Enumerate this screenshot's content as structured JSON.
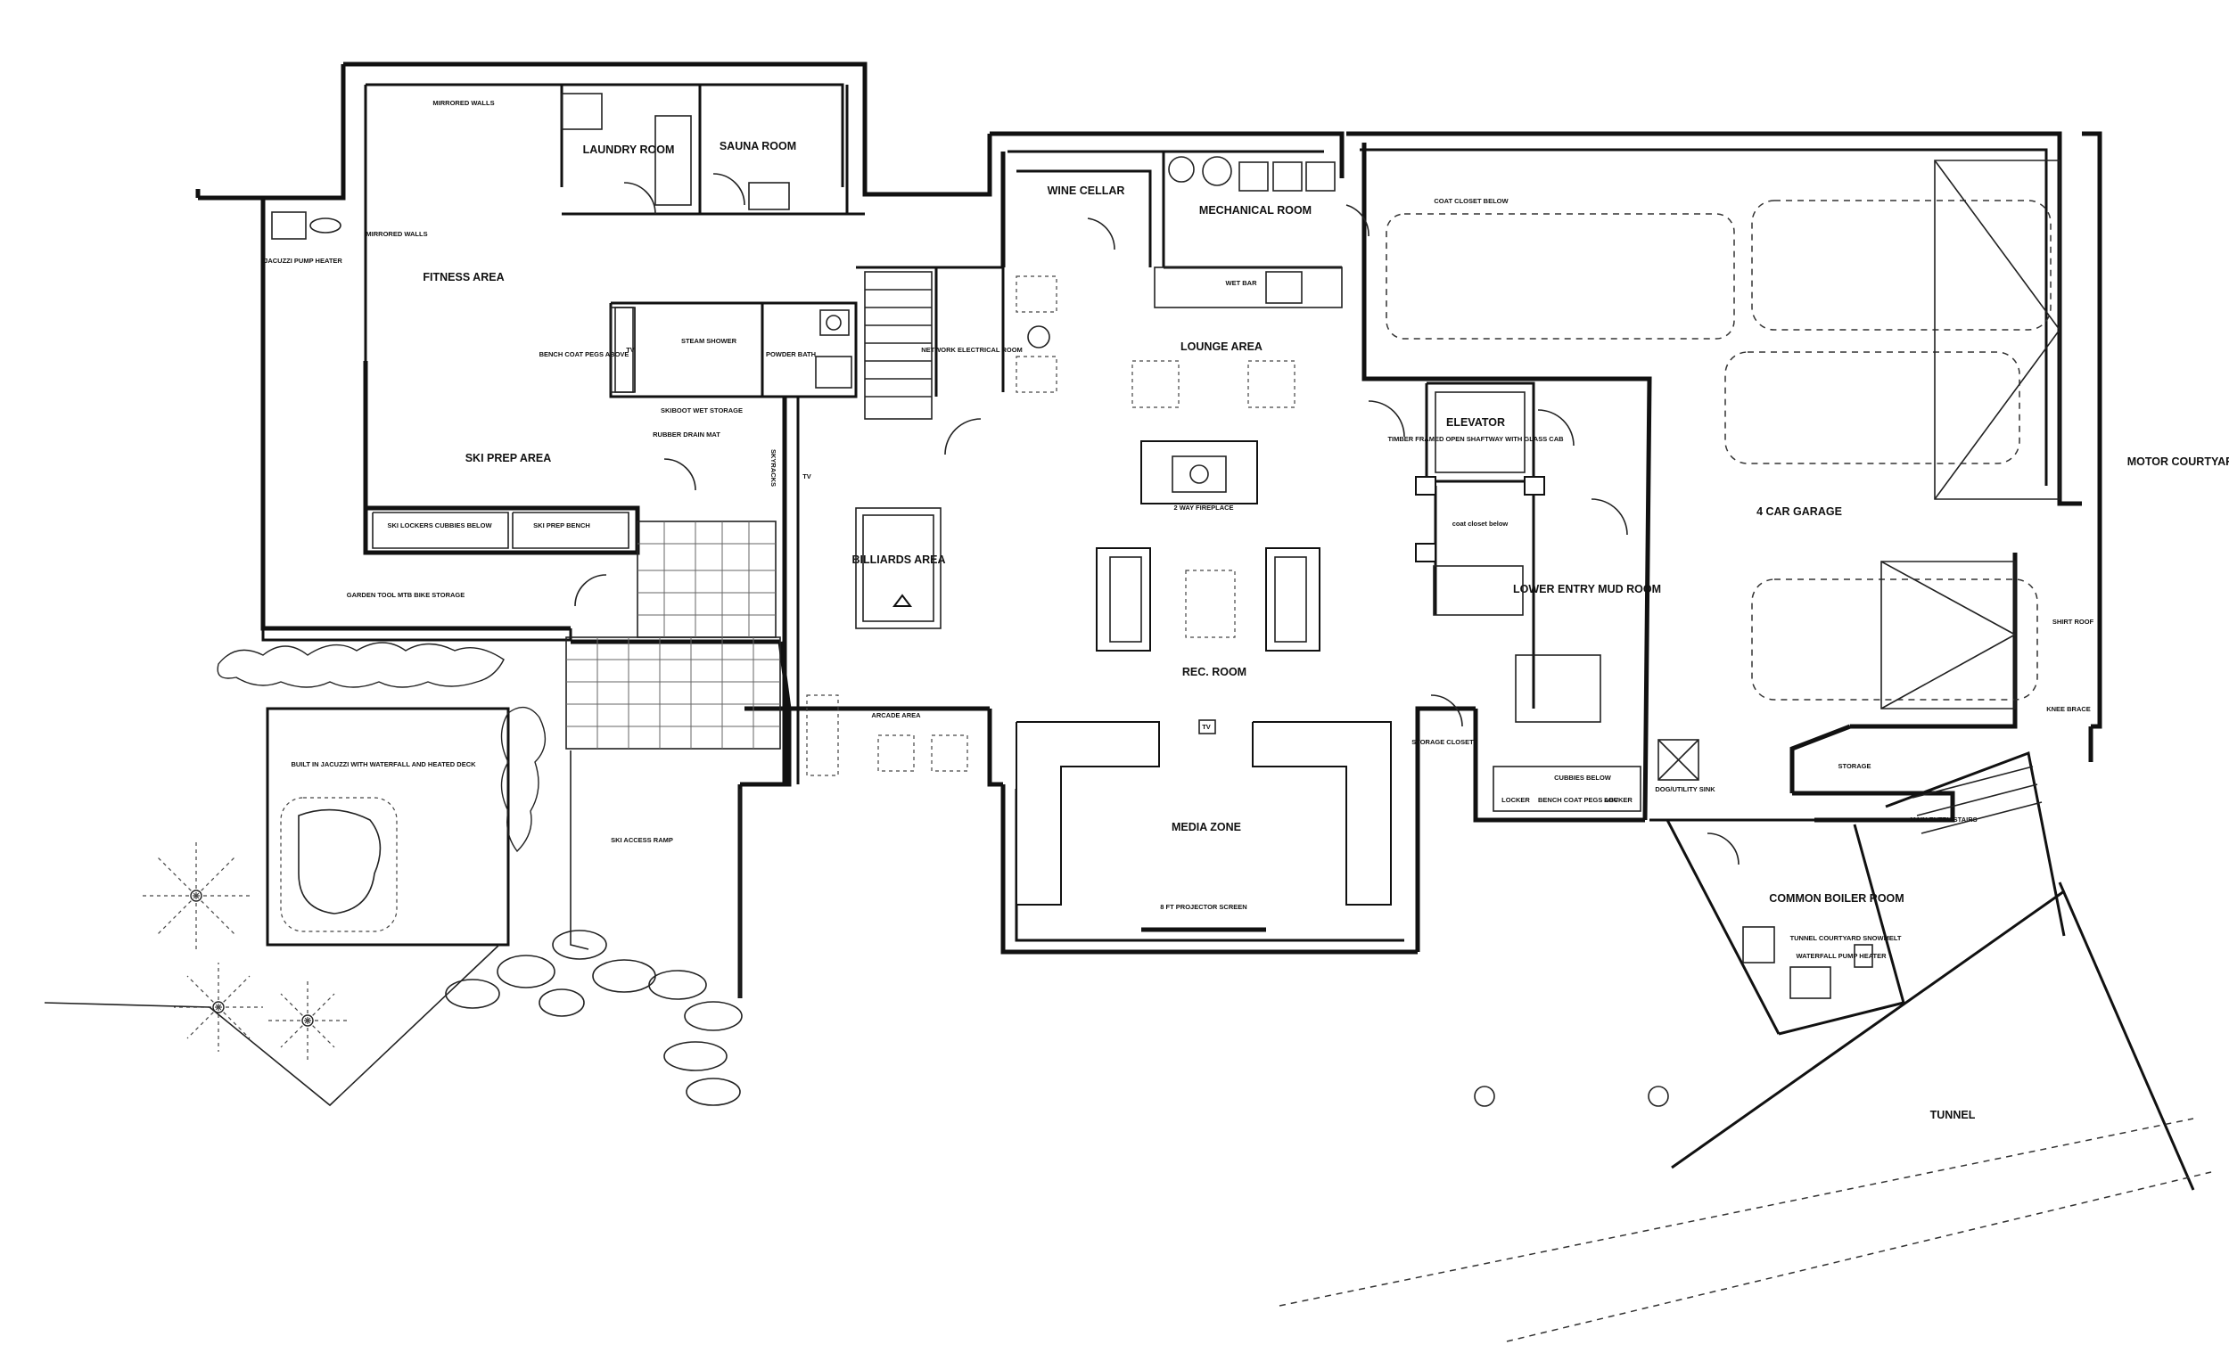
{
  "rooms": {
    "laundry": "LAUNDRY ROOM",
    "sauna": "SAUNA ROOM",
    "wine_cellar": "WINE CELLAR",
    "mechanical": "MECHANICAL ROOM",
    "fitness": "FITNESS AREA",
    "ski_prep": "SKI PREP AREA",
    "steam_shower": "STEAM SHOWER",
    "powder_bath": "POWDER BATH",
    "network_room": "NETWORK ELECTRICAL ROOM",
    "lounge": "LOUNGE AREA",
    "billiards": "BILLIARDS AREA",
    "rec_room": "REC. ROOM",
    "media_zone": "MEDIA ZONE",
    "elevator": "ELEVATOR",
    "lower_entry": "LOWER ENTRY MUD ROOM",
    "garage": "4 CAR GARAGE",
    "motor_courtyard": "MOTOR COURTYARD",
    "common_boiler": "COMMON BOILER ROOM",
    "tunnel": "TUNNEL",
    "jacuzzi_deck": "BUILT IN JACUZZI WITH WATERFALL AND HEATED DECK",
    "ski_access_ramp": "SKI ACCESS RAMP"
  },
  "notes": {
    "mirrored_walls_top": "MIRRORED WALLS",
    "mirrored_walls_left": "MIRRORED WALLS",
    "jacuzzi_pump_heater": "JACUZZI PUMP HEATER",
    "bench_coat_pegs": "BENCH COAT PEGS ABOVE",
    "tv_fitness": "TV",
    "ski_lockers": "SKI LOCKERS CUBBIES BELOW",
    "ski_prep_bench": "SKI PREP BENCH",
    "skiboot_storage": "SKIBOOT WET STORAGE",
    "rubber_drain_mat": "RUBBER DRAIN MAT",
    "skyracks": "SKYRACKS",
    "tv_billiards": "TV",
    "garden_tool": "GARDEN TOOL MTB BIKE STORAGE",
    "wet_bar": "WET BAR",
    "fireplace": "2 WAY FIREPLACE",
    "arcade": "ARCADE AREA",
    "tv_media": "TV",
    "projector_screen": "8 FT PROJECTOR SCREEN",
    "storage_closet": "STORAGE CLOSET",
    "coat_closet_garage": "COAT CLOSET BELOW",
    "elevator_note": "TIMBER FRAMED OPEN SHAFTWAY WITH GLASS CAB",
    "coat_closet_below": "coat closet below",
    "cubbies_below": "CUBBIES BELOW",
    "locker_1": "LOCKER",
    "bench_coat_pegs_abv": "BENCH COAT PEGS ABV",
    "locker_2": "LOCKER",
    "dog_utility_sink": "DOG/UTILITY SINK",
    "storage_garage": "STORAGE",
    "main_entry_stairs": "MAIN ENTRY STAIRS",
    "tunnel_snowmelt": "TUNNEL COURTYARD SNOWMELT",
    "waterfall_pump": "WATERFALL PUMP HEATER",
    "shirt_roof": "SHIRT ROOF",
    "knee_brace": "KNEE BRACE"
  }
}
